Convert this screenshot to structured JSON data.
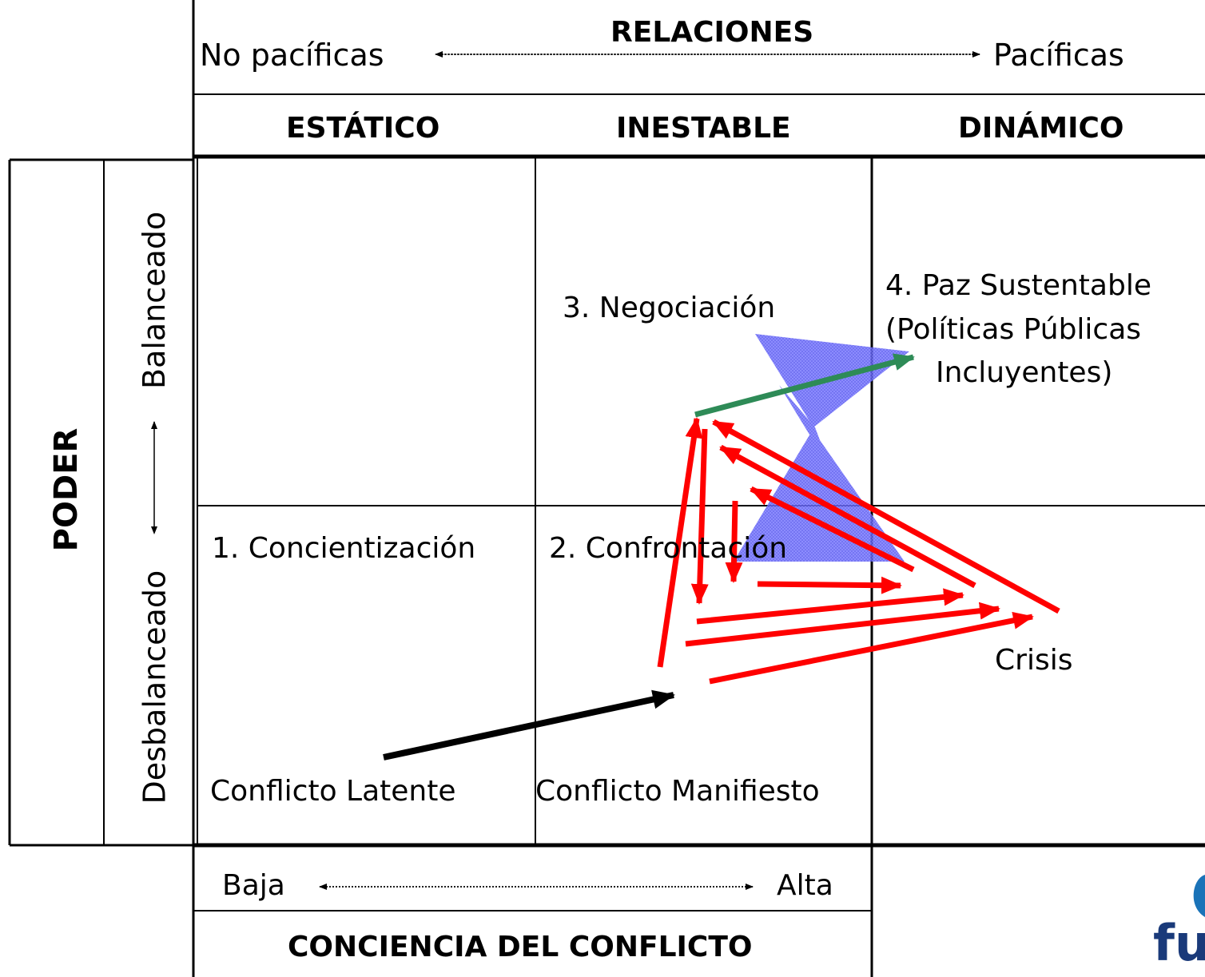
{
  "relaciones": {
    "title": "RELACIONES",
    "left_label": "No pacíficas",
    "right_label": "Pacíficas"
  },
  "columns": [
    "ESTÁTICO",
    "INESTABLE",
    "DINÁMICO"
  ],
  "poder": {
    "title": "PODER",
    "low_label": "Desbalanceado",
    "high_label": "Balanceado"
  },
  "conciencia": {
    "title": "CONCIENCIA DEL CONFLICTO",
    "low_label": "Baja",
    "high_label": "Alta"
  },
  "stages": {
    "s1": "1. Concientización",
    "s2": "2. Confrontación",
    "s3": "3. Negociación",
    "s4_line1": "4. Paz Sustentable",
    "s4_line2": "(Políticas Públicas",
    "s4_line3": "Incluyentes)"
  },
  "labels": {
    "latent": "Conflicto Latente",
    "manifest": "Conflicto Manifiesto",
    "crisis": "Crisis"
  },
  "logo_text": "fu",
  "colors": {
    "arrows_red": "#ff0000",
    "arrow_green": "#2e8b57",
    "arrow_black": "#000000",
    "funnel_blue": "#6b6bff",
    "logo_blue": "#1a73b8"
  }
}
